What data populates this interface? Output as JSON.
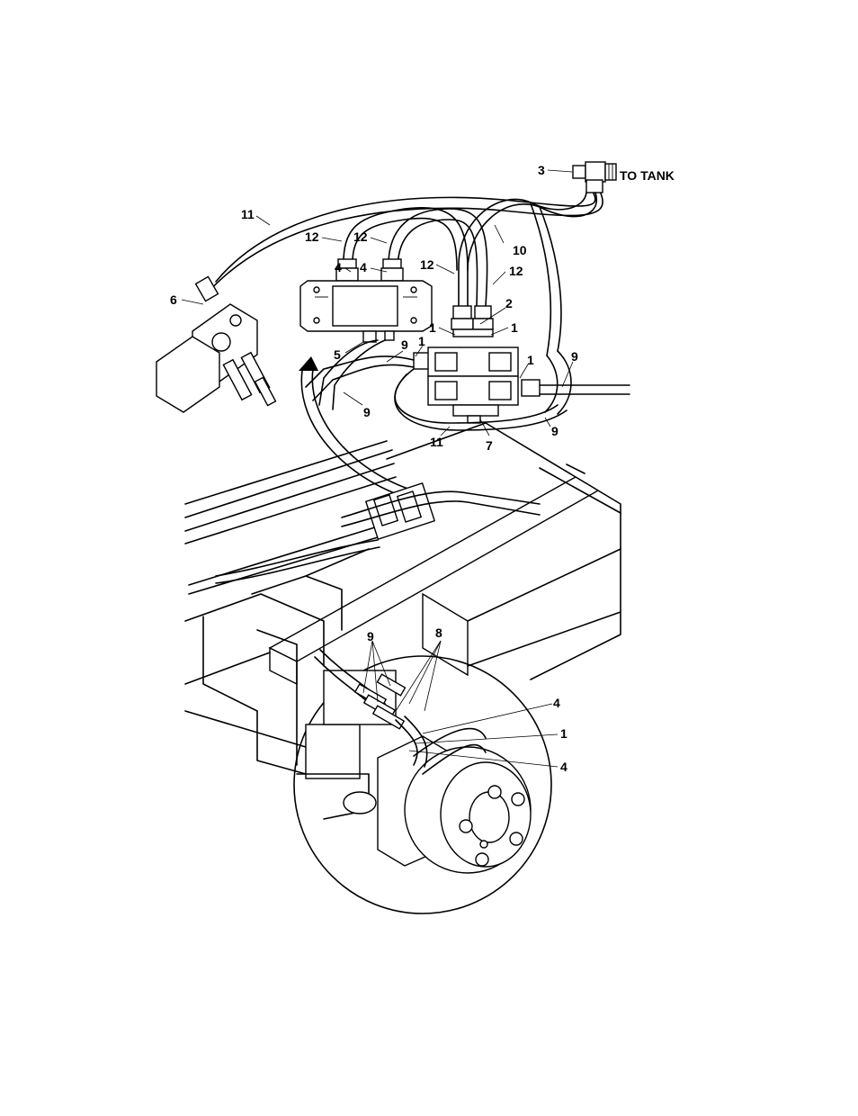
{
  "callouts": {
    "c3": "3",
    "to_tank": "TO TANK",
    "c11_top": "11",
    "c12_a": "12",
    "c12_b": "12",
    "c10": "10",
    "c12_c": "12",
    "c12_d": "12",
    "c4_a": "4",
    "c4_b": "4",
    "c6": "6",
    "c2": "2",
    "c1_a": "1",
    "c1_b": "1",
    "c5": "5",
    "c9_a": "9",
    "c1_c": "1",
    "c9_b": "9",
    "c1_d": "1",
    "c9_c": "9",
    "c11_bottom": "11",
    "c7": "7",
    "c9_d": "9",
    "c9_e": "9",
    "c8": "8",
    "c4_c": "4",
    "c1_e": "1",
    "c4_d": "4"
  }
}
